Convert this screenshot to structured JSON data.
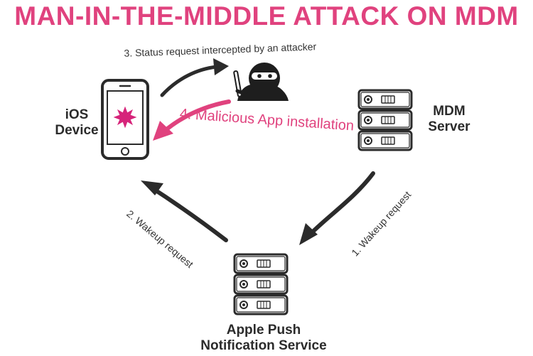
{
  "title": "MAN-IN-THE-MIDDLE ATTACK ON MDM",
  "nodes": {
    "ios_device": {
      "line1": "iOS",
      "line2": "Device"
    },
    "mdm_server": {
      "line1": "MDM",
      "line2": "Server"
    },
    "apns": {
      "line1": "Apple Push",
      "line2": "Notification Service"
    }
  },
  "edges": {
    "step1": "1. Wakeup request",
    "step2": "2. Wakeup request",
    "step3": "3. Status request intercepted by an attacker",
    "step4": "4. Malicious App installation"
  },
  "colors": {
    "accent": "#e0427e",
    "ink": "#2b2b2b"
  },
  "icons": {
    "device": "smartphone-icon",
    "attacker": "ninja-icon",
    "server": "server-rack-icon"
  }
}
